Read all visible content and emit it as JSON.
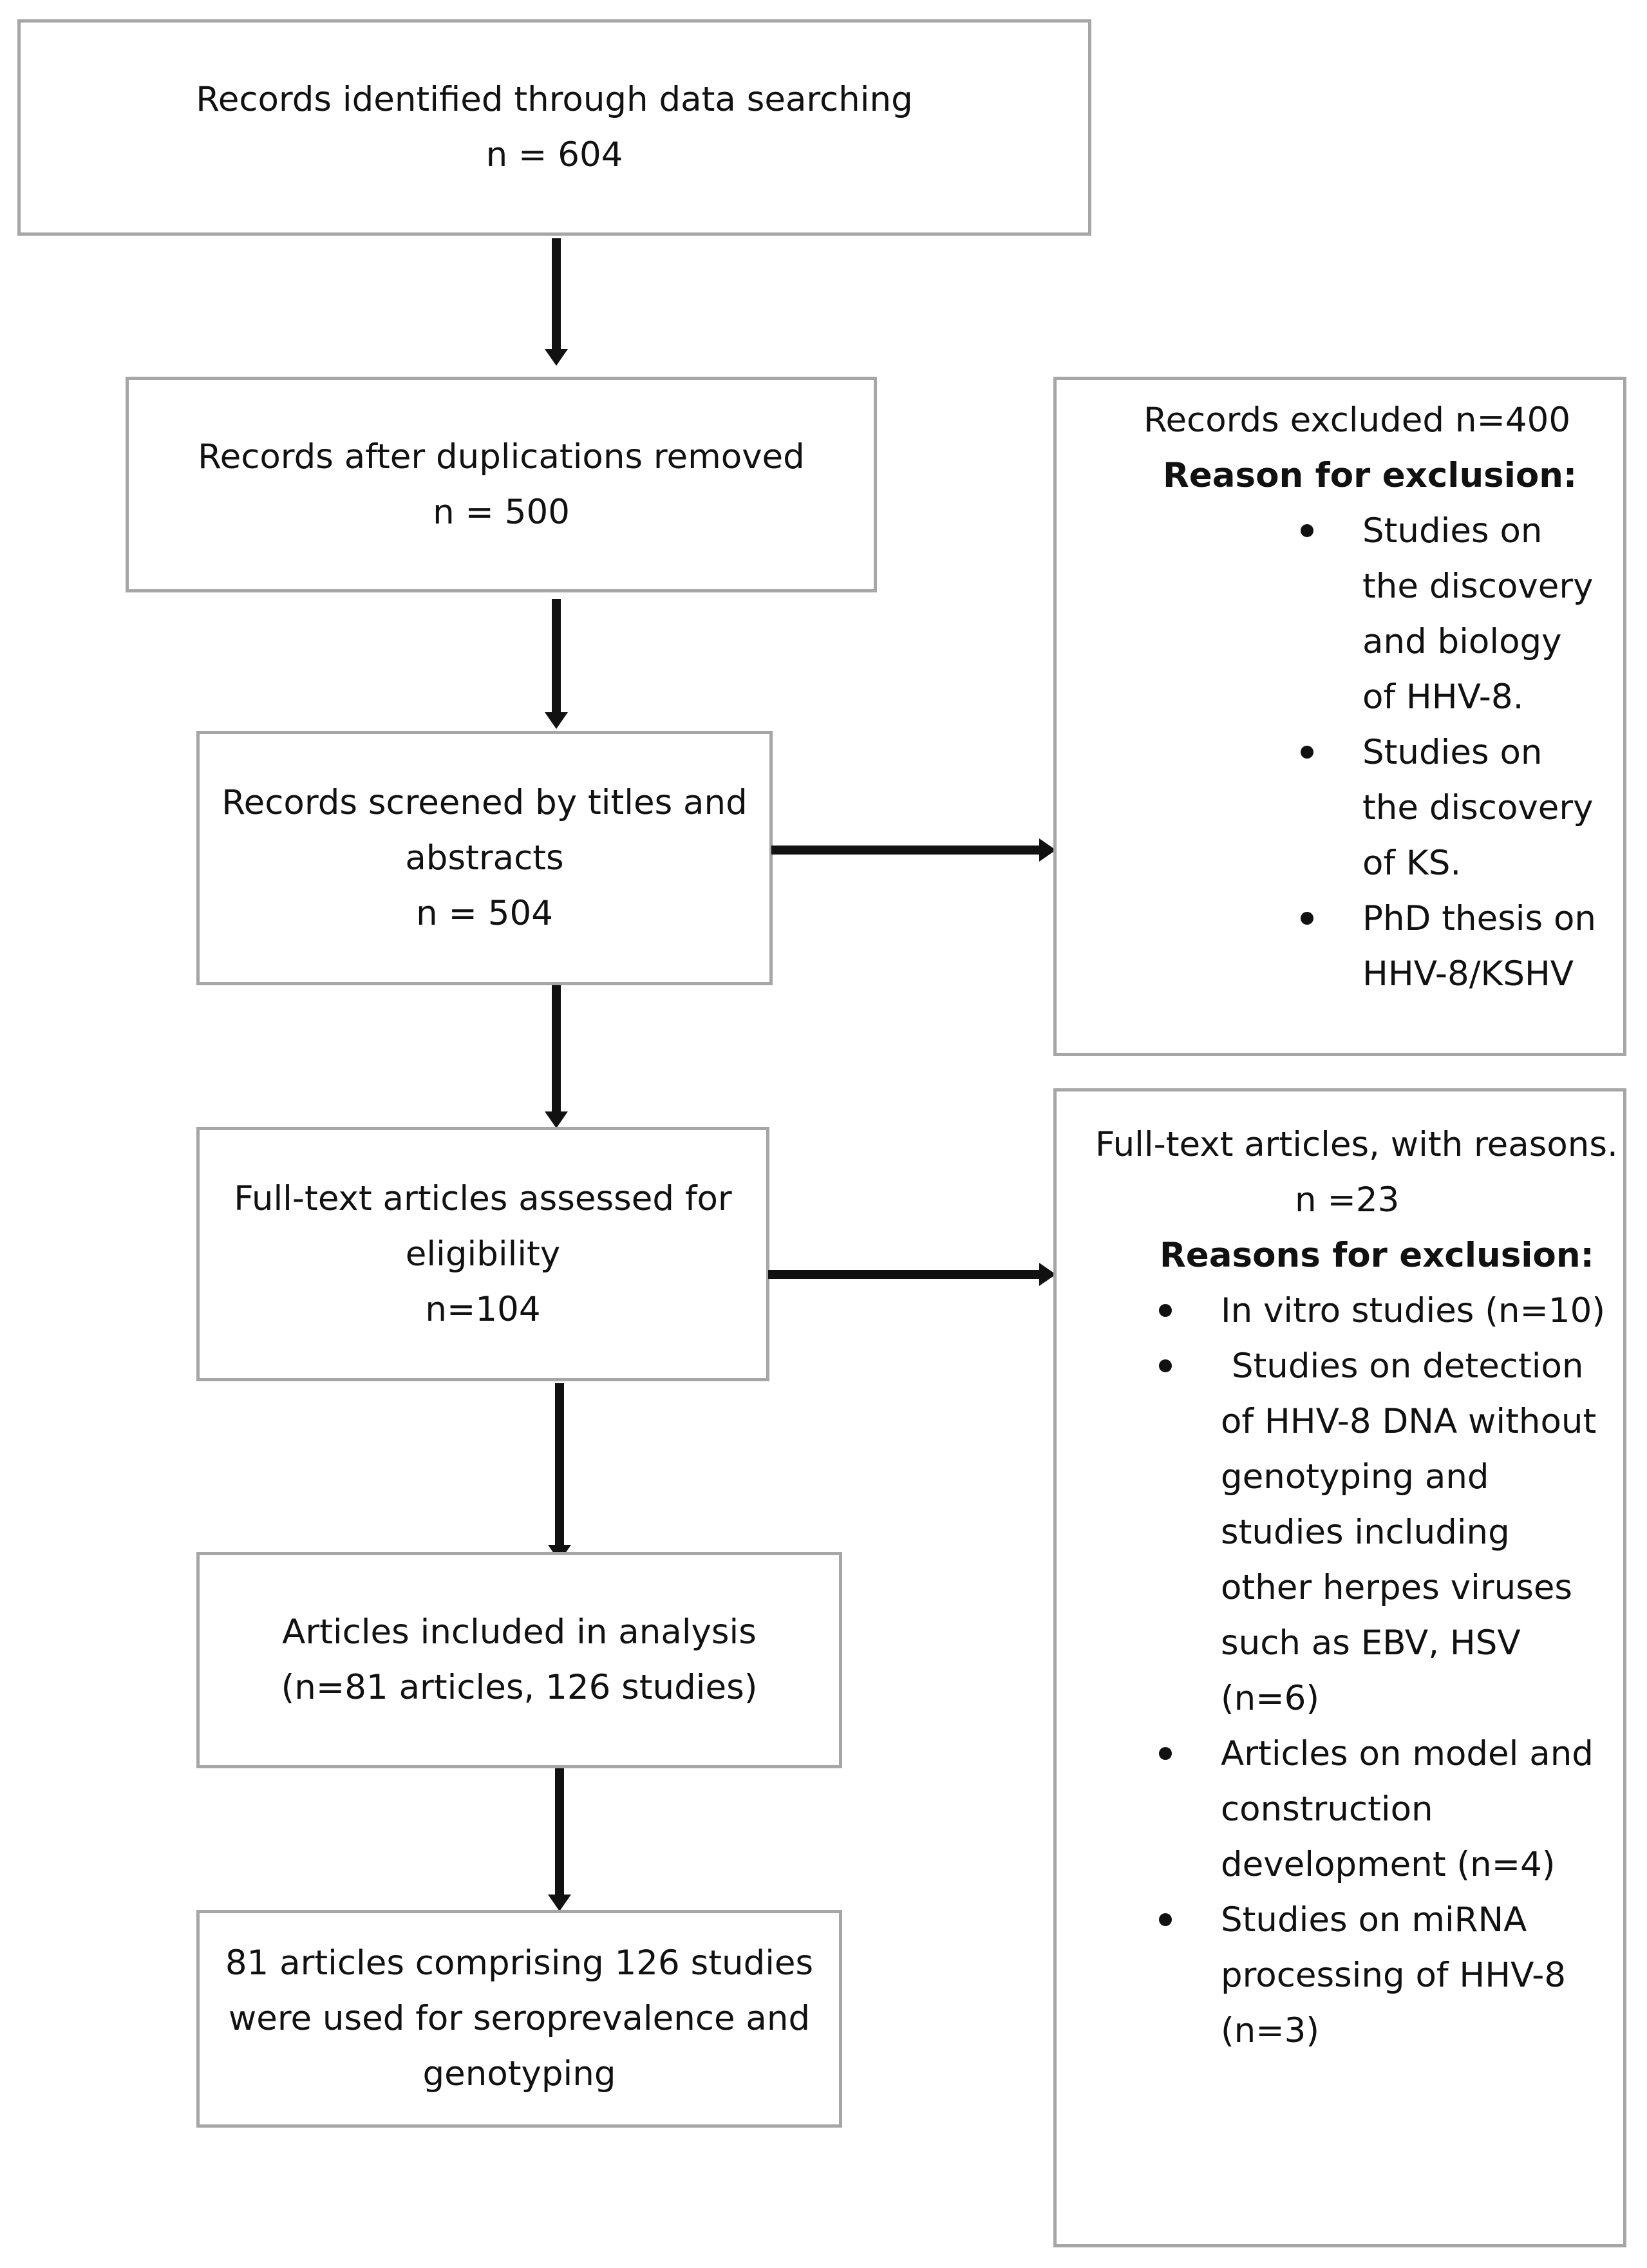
{
  "boxes": {
    "identified": {
      "line1": "Records identified through data searching",
      "line2": "n = 604"
    },
    "after_duplicates": {
      "line1": "Records after duplications removed",
      "line2": "n = 500"
    },
    "screened": {
      "line1": "Records screened by titles and",
      "line2": "abstracts",
      "line3": "n = 504"
    },
    "full_text": {
      "line1": "Full-text articles assessed for",
      "line2": "eligibility",
      "line3": "n=104"
    },
    "included": {
      "line1": "Articles included in analysis",
      "line2": "(n=81 articles, 126 studies)"
    },
    "final": {
      "line1": "81 articles comprising 126 studies",
      "line2": "were used for seroprevalence and",
      "line3": "genotyping"
    }
  },
  "excluded_records": {
    "title": "Records excluded n=400",
    "reason_heading": "Reason for exclusion:",
    "bullets": [
      {
        "lines": [
          "Studies on",
          "the discovery",
          "and biology",
          "of HHV-8."
        ]
      },
      {
        "lines": [
          "Studies on",
          "the discovery",
          "of KS."
        ]
      },
      {
        "lines": [
          "PhD thesis on",
          "HHV-8/KSHV"
        ]
      }
    ]
  },
  "excluded_full_text": {
    "title": "Full-text articles, with reasons.",
    "count": "n =23",
    "reason_heading": "Reasons for exclusion:",
    "bullets": [
      {
        "lines": [
          "In vitro studies (n=10)"
        ]
      },
      {
        "lines": [
          " Studies on detection",
          "of HHV-8 DNA without",
          "genotyping and",
          "studies including",
          "other herpes viruses",
          "such as EBV, HSV",
          "(n=6)"
        ]
      },
      {
        "lines": [
          "Articles on model and",
          "construction",
          "development (n=4)"
        ]
      },
      {
        "lines": [
          "Studies on miRNA",
          "processing of HHV-8",
          "(n=3)"
        ]
      }
    ]
  }
}
